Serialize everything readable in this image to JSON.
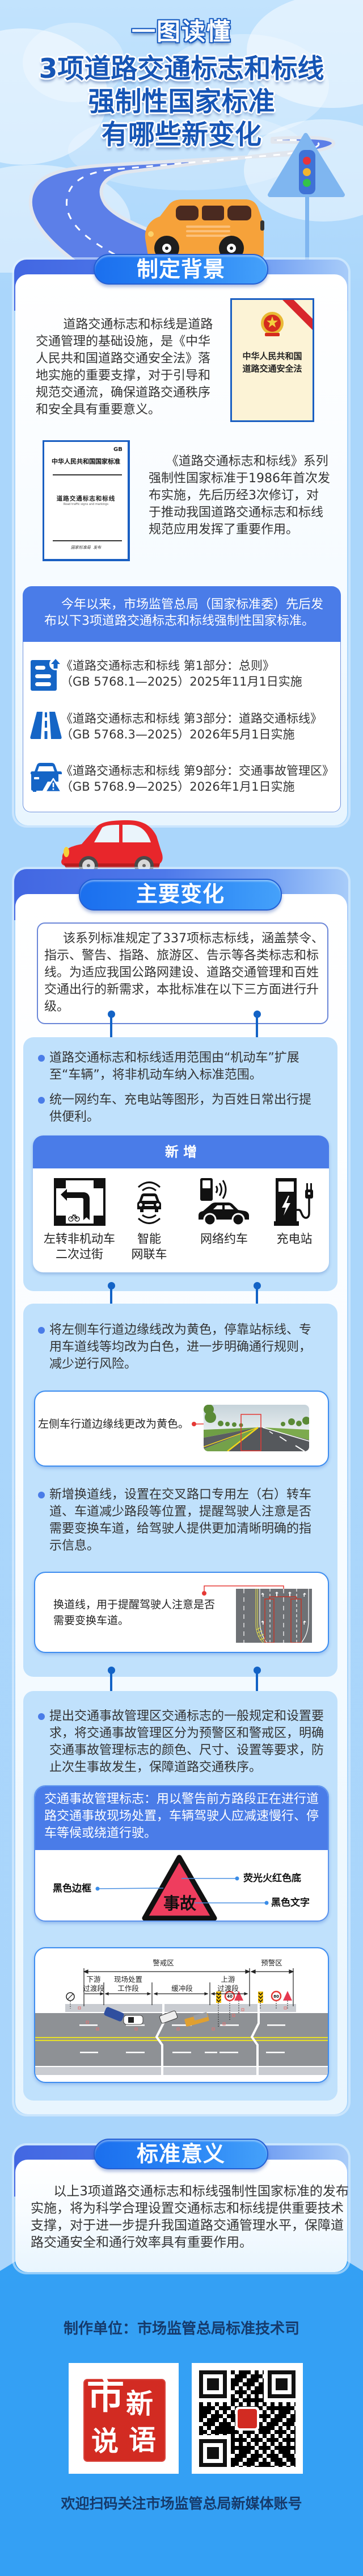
{
  "header": {
    "kicker": "一图读懂",
    "title": "3项道路交通标志和标线\n强制性国家标准\n有哪些新变化"
  },
  "colors": {
    "page_background": "#a9d5fb",
    "primary_blue": "#4a7ce8",
    "pill_blue": "#1f78f2",
    "connector_blue": "#1363c6",
    "panel_blue": "#c0e1fc",
    "title_blue": "#1655b5",
    "footer_blue": "#34a0f4",
    "footer_text": "#163a6b",
    "accident_sign_red": "#ee3e5e"
  },
  "background_section": {
    "title": "制定背景",
    "intro": "道路交通标志和标线是道路\n交通管理的基础设施，是《中华\n人民共和国道路交通安全法》落\n地实施的重要支撑，对于引导和\n规范交通流，确保道路交通秩序\n和安全具有重要意义。",
    "law_book": {
      "title": "中华人民共和国\n道路交通安全法"
    },
    "gb_cover": {
      "mark": "GB",
      "header": "中华人民共和国国家标准",
      "title": "道路交通标志和标线",
      "subtitle_en": "Road traffic signs and markings",
      "publisher": "国家标准局  发布"
    },
    "history": "《道路交通标志和标线》系列\n强制性国家标准于1986年首次发\n布实施，先后历经3次修订，对\n于推动我国道路交通标志和标线\n规范应用发挥了重要作用。",
    "announcement": "今年以来，市场监管总局（国家标准委）先后发\n布以下3项道路交通标志和标线强制性国家标准。",
    "standards": [
      {
        "icon": "document-upload-icon",
        "name": "《道路交通标志和标线 第1部分：总则》",
        "detail": "（GB 5768.1—2025）2025年11月1日实施"
      },
      {
        "icon": "road-lanes-icon",
        "name": "《道路交通标志和标线 第3部分：道路交通标线》",
        "detail": "（GB 5768.3—2025）2026年5月1日实施"
      },
      {
        "icon": "car-warning-icon",
        "name": "《道路交通标志和标线 第9部分：交通事故管理区》",
        "detail": "（GB 5768.9—2025）2026年1月1日实施"
      }
    ]
  },
  "changes_section": {
    "title": "主要变化",
    "intro": "该系列标准规定了337项标志标线，涵盖禁令、\n指示、警告、指路、旅游区、告示等各类标志和标\n线。为适应我国公路网建设、道路交通管理和百姓\n交通出行的新需求，本批标准在以下三方面进行升\n级。",
    "group1": {
      "bullets": [
        "道路交通标志和标线适用范围由“机动车”扩展\n至“车辆”，将非机动车纳入标准范围。",
        "统一网约车、充电站等图形，为百姓日常出行提\n供便利。"
      ],
      "new_card": {
        "title": "新 增",
        "items": [
          {
            "icon": "left-turn-bicycle-sign-icon",
            "label": "左转非机动车\n二次过街"
          },
          {
            "icon": "connected-car-icon",
            "label": "智能\n网联车"
          },
          {
            "icon": "ride-hailing-icon",
            "label": "网络约车"
          },
          {
            "icon": "charging-station-icon",
            "label": "充电站"
          }
        ]
      }
    },
    "group2": {
      "bullets": [
        "将左侧车行道边缘线改为黄色，停靠站标线、专\n用车道线等均改为白色，进一步明确通行规则，\n减少逆行风险。",
        "新增换道线，设置在交叉路口专用左（右）转车\n道、车道减少路段等位置，提醒驾驶人注意是否\n需要变换车道，给驾驶人提供更加清晰明确的指\n示信息。"
      ],
      "figure1_caption": "左侧车行道边缘线更改为黄色。",
      "figure2_caption": "换道线，用于提醒驾驶人注意是否\n需要变换车道。"
    },
    "group3": {
      "bullet": "提出交通事故管理区交通标志的一般规定和设置要\n求，将交通事故管理区分为预警区和警戒区，明确\n交通事故管理标志的颜色、尺寸、设置等要求，防\n止次生事故发生，保障道路交通秩序。",
      "sign_card": {
        "description": "交通事故管理标志：用以警告前方路段正在进行道\n路交通事故现场处置，车辆驾驶人应减速慢行、停\n车等候或绕道行驶。",
        "sign_text": "事故",
        "labels": {
          "border": "黑色边框",
          "background": "荧光火红色底",
          "text": "黑色文字"
        }
      },
      "zone_diagram": {
        "zone_alert": "警戒区",
        "zone_warning": "预警区",
        "segments": [
          {
            "line1": "下游",
            "line2": "过渡段"
          },
          {
            "line1": "现场处置",
            "line2": "工作段"
          },
          {
            "line2": "缓冲段"
          },
          {
            "line1": "上游",
            "line2": "过渡段"
          }
        ],
        "speed_limit_signs": [
          "40",
          "80"
        ]
      }
    }
  },
  "significance_section": {
    "title": "标准意义",
    "text": "以上3项道路交通标志和标线强制性国家标准的发布\n实施，将为科学合理设置交通标志和标线提供重要技术\n支撑，对于进一步提升我国道路交通管理水平，保障道\n路交通安全和通行效率具有重要作用。"
  },
  "footer": {
    "producer": "制作单位：市场监管总局标准技术司",
    "logo": {
      "top_left": "市",
      "top_right": "新",
      "bottom_left": "说",
      "bottom_right": "语"
    },
    "follow_text": "欢迎扫码关注市场监管总局新媒体账号"
  }
}
